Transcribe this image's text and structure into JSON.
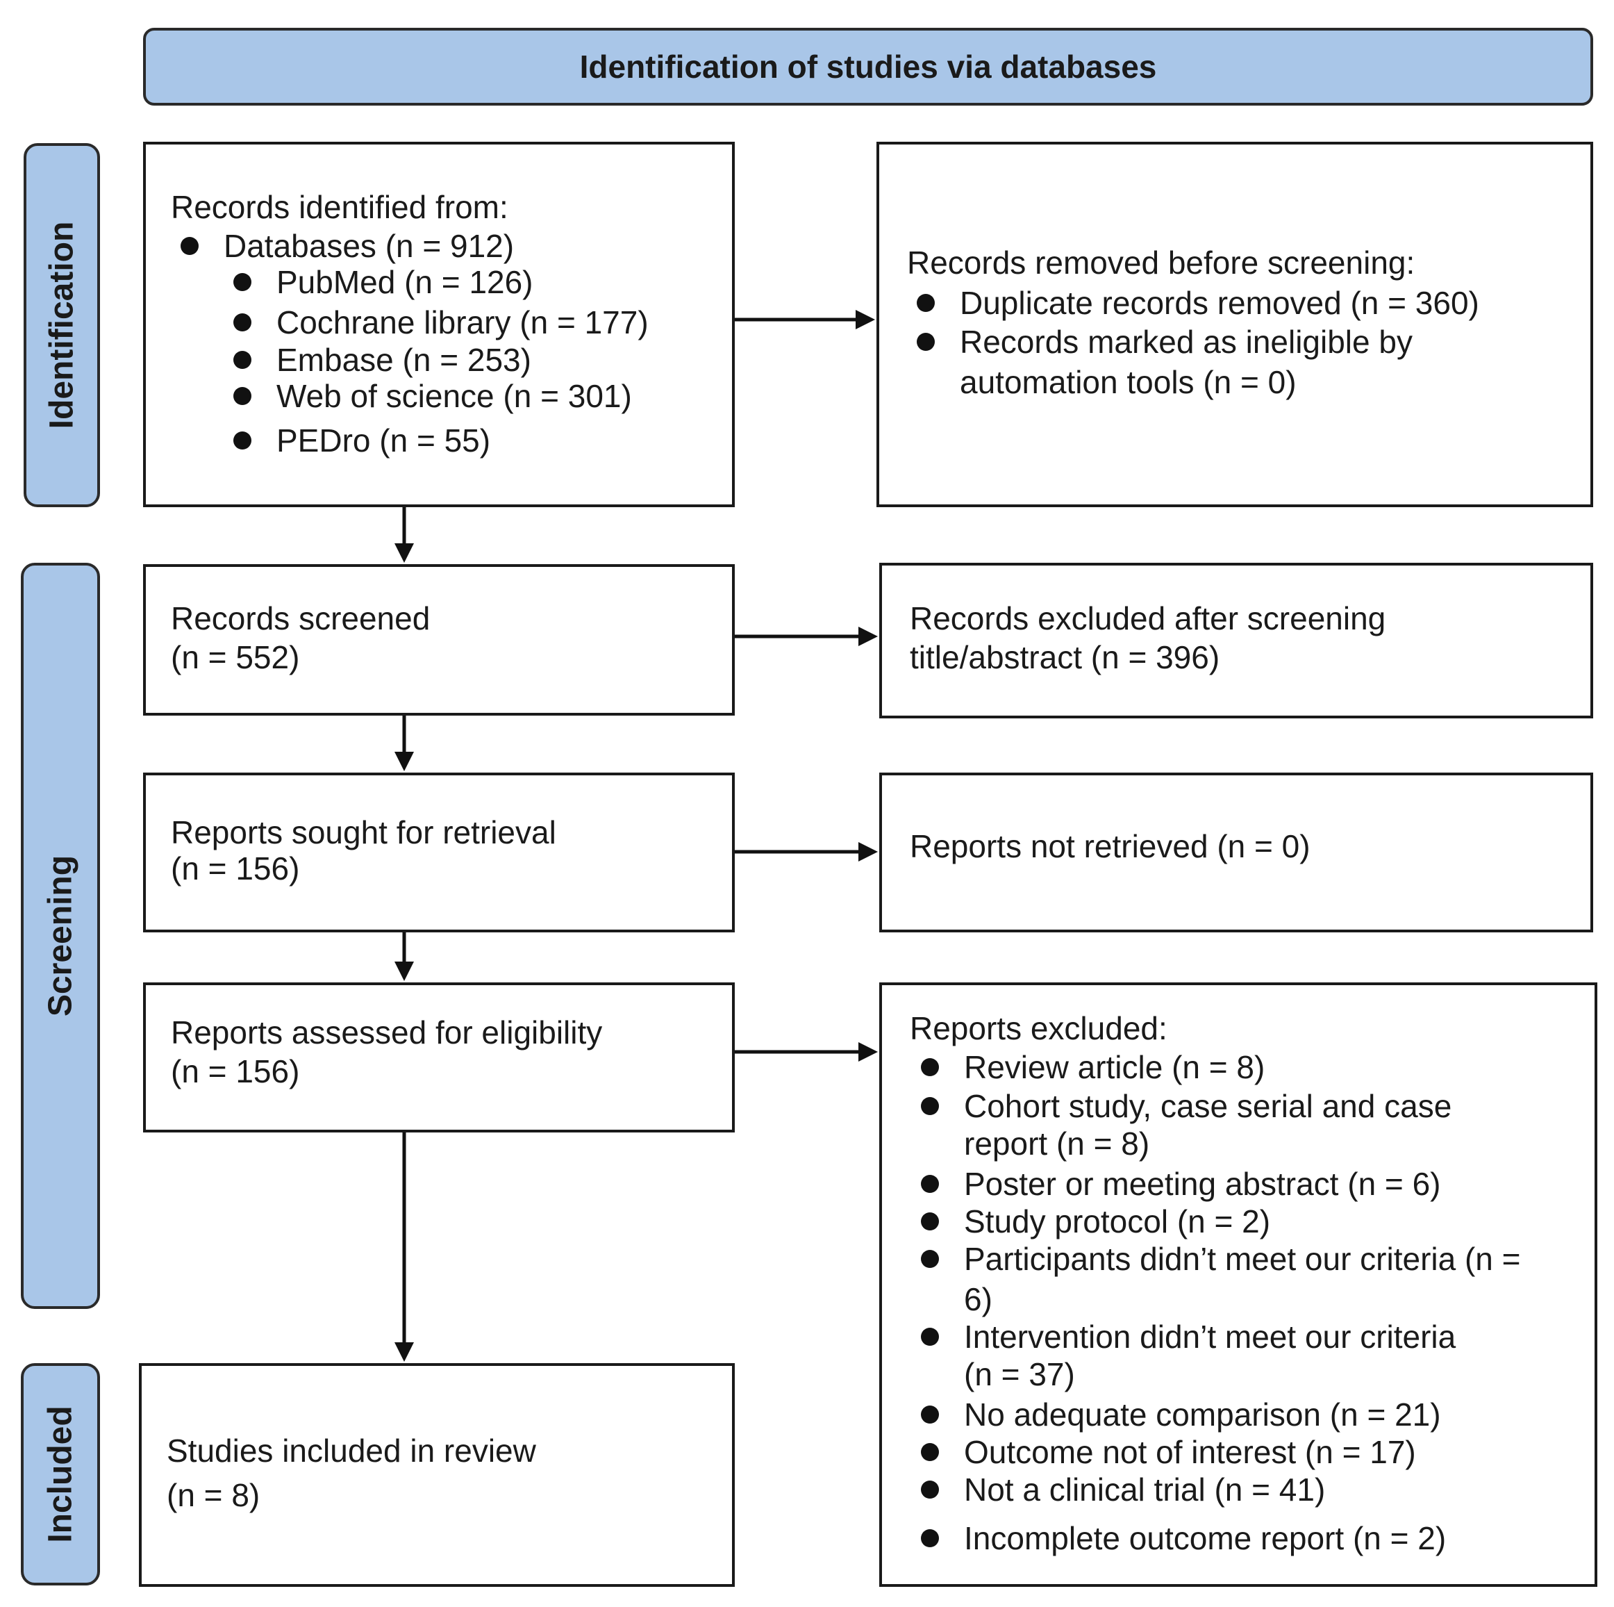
{
  "header": {
    "title": "Identification of studies via databases"
  },
  "phases": {
    "identification": "Identification",
    "screening": "Screening",
    "included": "Included"
  },
  "identified": {
    "heading": "Records identified from:",
    "databases": "Databases (n = 912)",
    "sources": [
      "PubMed (n = 126)",
      "Cochrane library (n = 177)",
      "Embase (n = 253)",
      "Web of science (n = 301)",
      "PEDro (n = 55)"
    ]
  },
  "removed": {
    "heading": "Records removed before screening:",
    "items": [
      "Duplicate records removed (n = 360)",
      "Records marked as ineligible by",
      "automation tools (n = 0)"
    ]
  },
  "screened": {
    "line1": "Records screened",
    "line2": "(n = 552)"
  },
  "excluded_screening": {
    "line1": "Records excluded after screening",
    "line2": "title/abstract (n = 396)"
  },
  "sought": {
    "line1": "Reports sought for retrieval",
    "line2": "(n = 156)"
  },
  "not_retrieved": {
    "line1": "Reports not retrieved (n = 0)"
  },
  "assessed": {
    "line1": "Reports assessed for eligibility",
    "line2": "(n = 156)"
  },
  "reports_excluded": {
    "heading": "Reports excluded:",
    "items": [
      "Review article (n = 8)",
      "Cohort study, case serial and case",
      "report (n = 8)",
      "Poster or meeting abstract (n = 6)",
      "Study protocol (n = 2)",
      "Participants didn’t meet our criteria (n =",
      "6)",
      "Intervention didn’t meet our criteria",
      "(n = 37)",
      "No adequate comparison (n = 21)",
      "Outcome not of interest (n = 17)",
      "Not a clinical trial (n = 41)",
      "Incomplete outcome report (n = 2)"
    ]
  },
  "included": {
    "line1": "Studies included in review",
    "line2": "(n = 8)"
  }
}
